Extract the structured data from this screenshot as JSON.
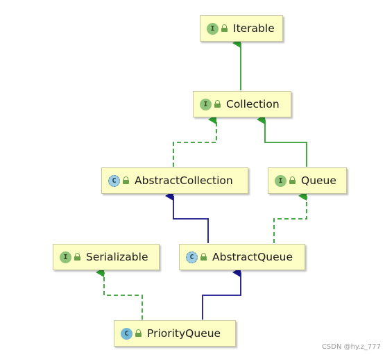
{
  "colors": {
    "implements_edge": "#2e9e2e",
    "extends_edge": "#16168a",
    "node_fill": "#fdfdc6"
  },
  "nodes": {
    "iterable": {
      "label": "Iterable",
      "kind": "interface",
      "badge": "I"
    },
    "collection": {
      "label": "Collection",
      "kind": "interface",
      "badge": "I"
    },
    "abstract_collection": {
      "label": "AbstractCollection",
      "kind": "abstract-class",
      "badge": "C"
    },
    "queue": {
      "label": "Queue",
      "kind": "interface",
      "badge": "I"
    },
    "serializable": {
      "label": "Serializable",
      "kind": "interface",
      "badge": "I"
    },
    "abstract_queue": {
      "label": "AbstractQueue",
      "kind": "abstract-class",
      "badge": "C"
    },
    "priority_queue": {
      "label": "PriorityQueue",
      "kind": "class",
      "badge": "C"
    }
  },
  "edges": [
    {
      "from": "collection",
      "to": "iterable",
      "relation": "extends-interface",
      "style": "solid-green"
    },
    {
      "from": "abstract_collection",
      "to": "collection",
      "relation": "implements",
      "style": "dashed-green"
    },
    {
      "from": "queue",
      "to": "collection",
      "relation": "extends-interface",
      "style": "solid-green"
    },
    {
      "from": "abstract_queue",
      "to": "abstract_collection",
      "relation": "extends",
      "style": "solid-blue"
    },
    {
      "from": "abstract_queue",
      "to": "queue",
      "relation": "implements",
      "style": "dashed-green"
    },
    {
      "from": "priority_queue",
      "to": "serializable",
      "relation": "implements",
      "style": "dashed-green"
    },
    {
      "from": "priority_queue",
      "to": "abstract_queue",
      "relation": "extends",
      "style": "solid-blue"
    }
  ],
  "watermark": "CSDN @hy.z_777"
}
